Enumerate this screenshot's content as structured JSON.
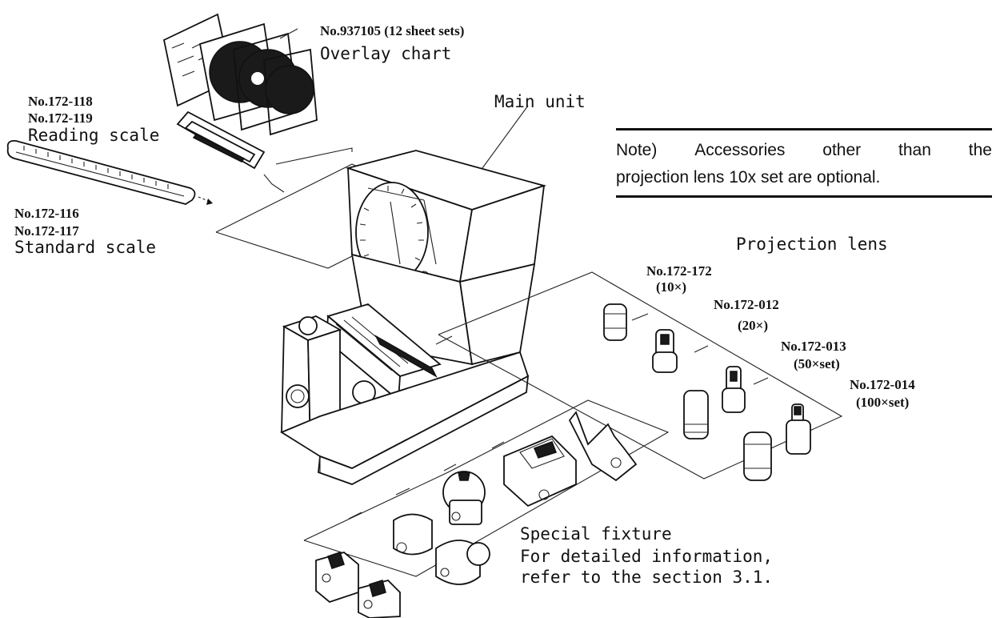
{
  "overlay_chart": {
    "part_no": "No.937105 (12 sheet sets)",
    "name": "Overlay chart"
  },
  "main_unit": {
    "name": "Main unit"
  },
  "reading_scale": {
    "part_no_1": "No.172-118",
    "part_no_2": "No.172-119",
    "name": "Reading scale"
  },
  "standard_scale": {
    "part_no_1": "No.172-116",
    "part_no_2": "No.172-117",
    "name": "Standard scale"
  },
  "note": {
    "words_line1": [
      "Note)",
      "Accessories",
      "other",
      "than",
      "the"
    ],
    "line2": "projection lens 10x set are optional."
  },
  "projection_lens": {
    "title": "Projection lens",
    "items": [
      {
        "part_no": "No.172-172",
        "magnification": "(10×)"
      },
      {
        "part_no": "No.172-012",
        "magnification": "(20×)"
      },
      {
        "part_no": "No.172-013",
        "magnification": "(50×set)"
      },
      {
        "part_no": "No.172-014",
        "magnification": "(100×set)"
      }
    ]
  },
  "special_fixture": {
    "title": "Special fixture",
    "line1": "For detailed information,",
    "line2": "refer to the section 3.1."
  }
}
